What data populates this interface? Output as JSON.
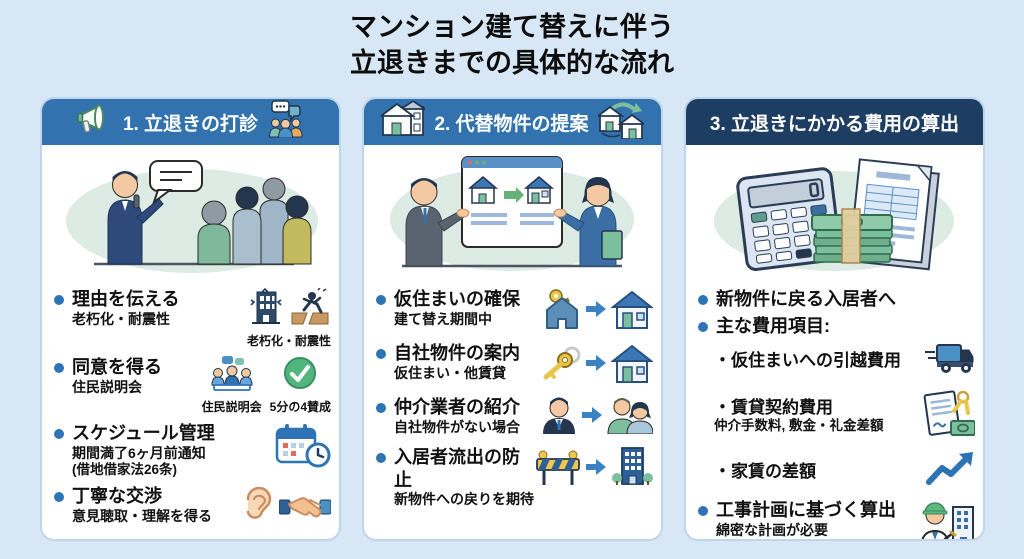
{
  "title": {
    "line1": "マンション建て替えに伴う",
    "line2": "立退きまでの具体的な流れ"
  },
  "colors": {
    "background": "#d8e7f5",
    "card_background": "#ffffff",
    "card_border": "#bdd6ec",
    "header_blue": "#3272ae",
    "header_navy": "#1d3e62",
    "bullet_dot": "#2e74b5",
    "illustration_backdrop": "#dcebe3",
    "accent_green": "#67b279",
    "accent_yellow": "#e8c64a",
    "text": "#111111"
  },
  "icon_names": [
    "megaphone-icon",
    "chat-people-icon",
    "two-houses-icon",
    "house-move-icon",
    "aging-building-icon",
    "quake-person-icon",
    "meeting-icon",
    "approval-check-icon",
    "calendar-clock-icon",
    "ear-icon",
    "handshake-icon",
    "house-key-icon",
    "arrow-right-icon",
    "house-icon",
    "key-icon",
    "agent-icon",
    "tenants-icon",
    "barricade-icon",
    "building-icon",
    "truck-icon",
    "contract-keys-icon",
    "trend-up-icon",
    "engineer-icon"
  ],
  "panels": [
    {
      "header": "1. 立退きの打診",
      "items": [
        {
          "title": "理由を伝える",
          "subtitle": "老朽化・耐震性",
          "caption": "老朽化・耐震性"
        },
        {
          "title": "同意を得る",
          "subtitle": "住民説明会",
          "caption1": "住民説明会",
          "caption2": "5分の4賛成"
        },
        {
          "title": "スケジュール管理",
          "subtitle": "期間満了6ヶ月前通知",
          "note": "(借地借家法26条)"
        },
        {
          "title": "丁寧な交渉",
          "subtitle": "意見聴取・理解を得る"
        }
      ]
    },
    {
      "header": "2. 代替物件の提案",
      "items": [
        {
          "title": "仮住まいの確保",
          "subtitle": "建て替え期間中"
        },
        {
          "title": "自社物件の案内",
          "subtitle": "仮住まい・他賃貸"
        },
        {
          "title": "仲介業者の紹介",
          "subtitle": "自社物件がない場合"
        },
        {
          "title": "入居者流出の防止",
          "subtitle": "新物件への戻りを期待"
        }
      ]
    },
    {
      "header": "3. 立退きにかかる費用の算出",
      "intro": [
        {
          "title": "新物件に戻る入居者へ"
        },
        {
          "title": "主な費用項目:"
        }
      ],
      "costs": [
        {
          "title": "・仮住まいへの引越費用"
        },
        {
          "title": "・賃貸契約費用",
          "subtitle": "仲介手数料, 敷金・礼金差額"
        },
        {
          "title": "・家賃の差額"
        }
      ],
      "last": {
        "title": "工事計画に基づく算出",
        "subtitle": "綿密な計画が必要"
      }
    }
  ]
}
